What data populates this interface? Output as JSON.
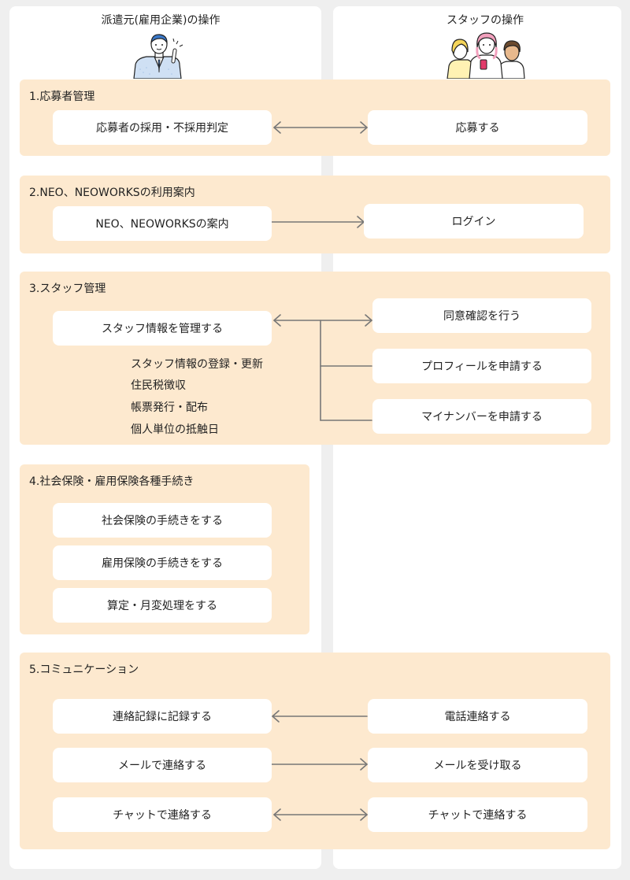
{
  "columns": {
    "left_title": "派遣元(雇用企業)の操作",
    "right_title": "スタッフの操作"
  },
  "icons": {
    "left": "businessman-pointing-icon",
    "right": "three-staff-people-icon"
  },
  "sections": {
    "s1": {
      "title": "1.応募者管理",
      "left": "応募者の採用・不採用判定",
      "right": "応募する"
    },
    "s2": {
      "title": "2.NEO、NEOWORKSの利用案内",
      "left": "NEO、NEOWORKSの案内",
      "right": "ログイン"
    },
    "s3": {
      "title": "3.スタッフ管理",
      "left": "スタッフ情報を管理する",
      "subitems": [
        "スタッフ情報の登録・更新",
        "住民税徴収",
        "帳票発行・配布",
        "個人単位の抵触日"
      ],
      "right": [
        "同意確認を行う",
        "プロフィールを申請する",
        "マイナンバーを申請する"
      ]
    },
    "s4": {
      "title": "4.社会保険・雇用保険各種手続き",
      "items": [
        "社会保険の手続きをする",
        "雇用保険の手続きをする",
        "算定・月変処理をする"
      ]
    },
    "s5": {
      "title": "5.コミュニケーション",
      "rows": [
        {
          "left": "連絡記録に記録する",
          "right": "電話連絡する"
        },
        {
          "left": "メールで連絡する",
          "right": "メールを受け取る"
        },
        {
          "left": "チャットで連絡する",
          "right": "チャットで連絡する"
        }
      ]
    }
  }
}
